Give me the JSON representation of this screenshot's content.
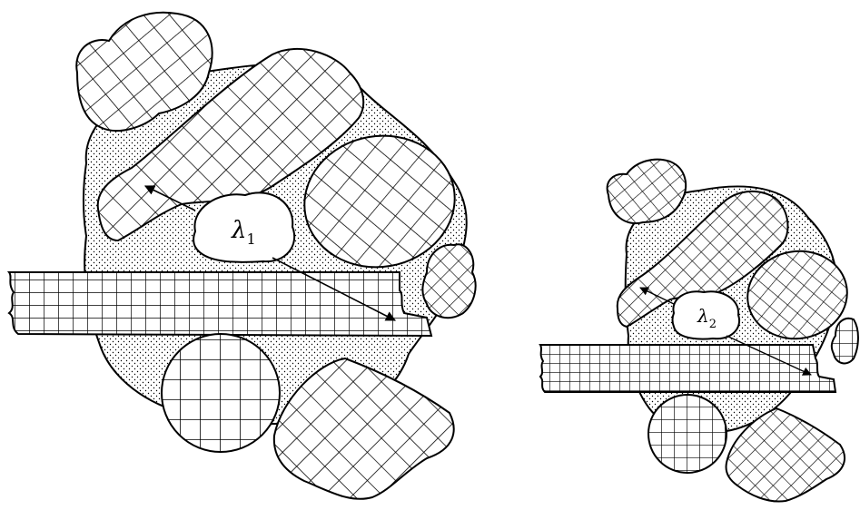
{
  "figure": {
    "left_cluster": {
      "label_symbol": "λ",
      "label_subscript": "1"
    },
    "right_cluster": {
      "label_symbol": "λ",
      "label_subscript": "2"
    }
  },
  "colors": {
    "ink": "#000000",
    "paper": "#ffffff"
  }
}
